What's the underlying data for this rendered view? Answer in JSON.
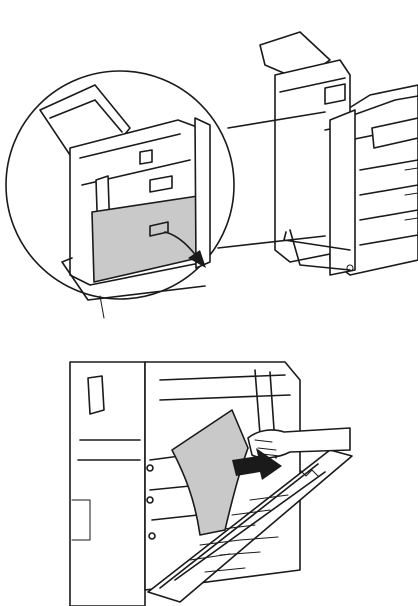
{
  "figures": [
    {
      "id": "top",
      "arrow_direction": "down-right"
    },
    {
      "id": "bottom",
      "arrow_direction": "right"
    }
  ],
  "colors": {
    "line": "#1a1a1a",
    "paper": "#c9c9c9",
    "background": "#ffffff"
  }
}
